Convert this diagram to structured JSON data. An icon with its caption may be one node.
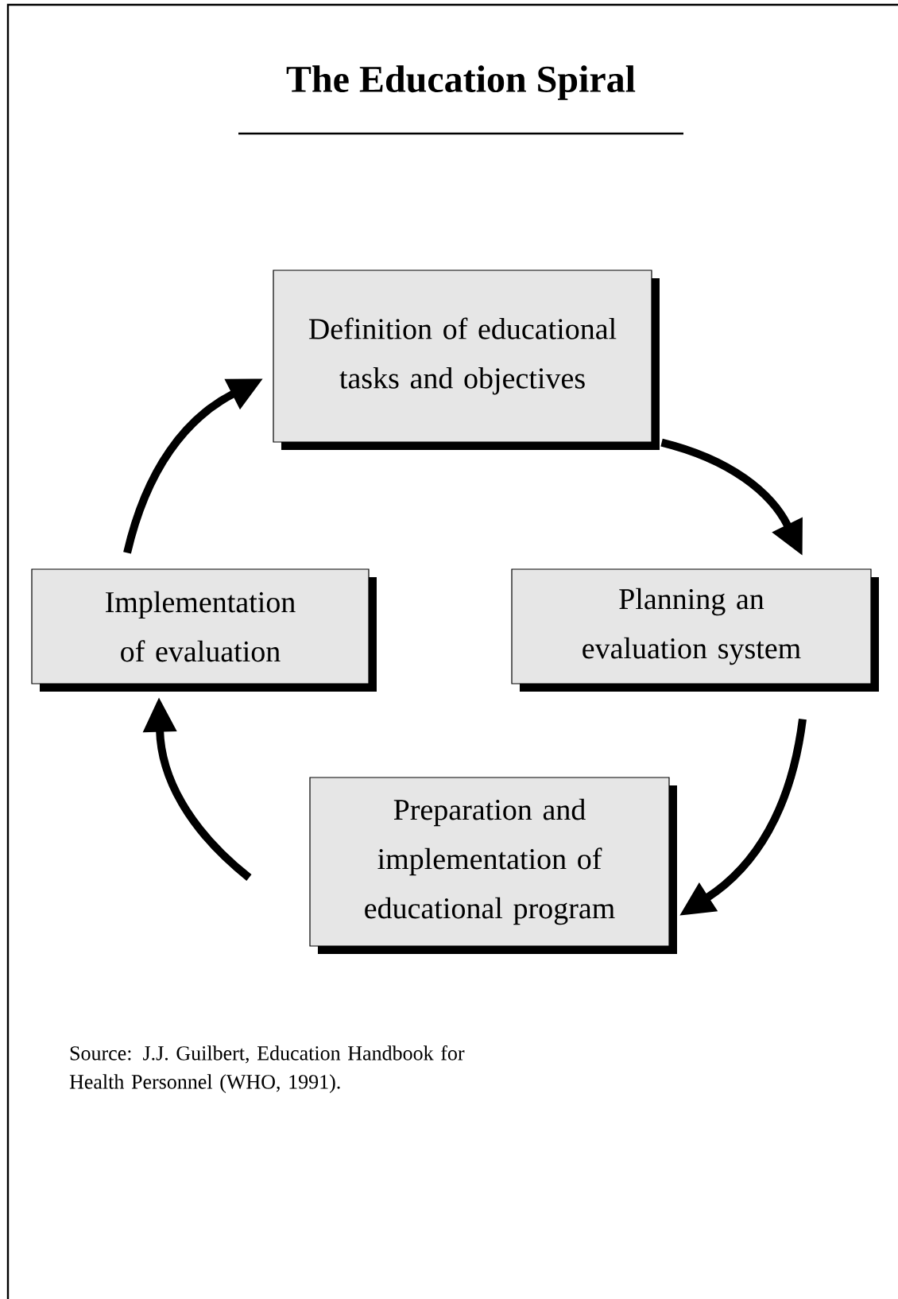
{
  "diagram": {
    "title": "The Education Spiral",
    "nodes": [
      {
        "text": [
          "Definition of educational tasks and objectives"
        ]
      },
      {
        "text": [
          "Planning an evaluation system"
        ]
      },
      {
        "text": [
          "Preparation and implementation of educational program"
        ]
      },
      {
        "text": [
          "Implementation of evaluation"
        ]
      }
    ],
    "edges": [
      {
        "from": 0,
        "to": 1,
        "arrow": "to"
      },
      {
        "from": 1,
        "to": 2,
        "arrow": "to"
      },
      {
        "from": 2,
        "to": 3,
        "arrow": "to"
      },
      {
        "from": 3,
        "to": 0,
        "arrow": "to"
      }
    ],
    "labels": [
      "Source:  J.J. Guilbert, Education Handbook for Health Personnel (WHO, 1991)."
    ]
  }
}
